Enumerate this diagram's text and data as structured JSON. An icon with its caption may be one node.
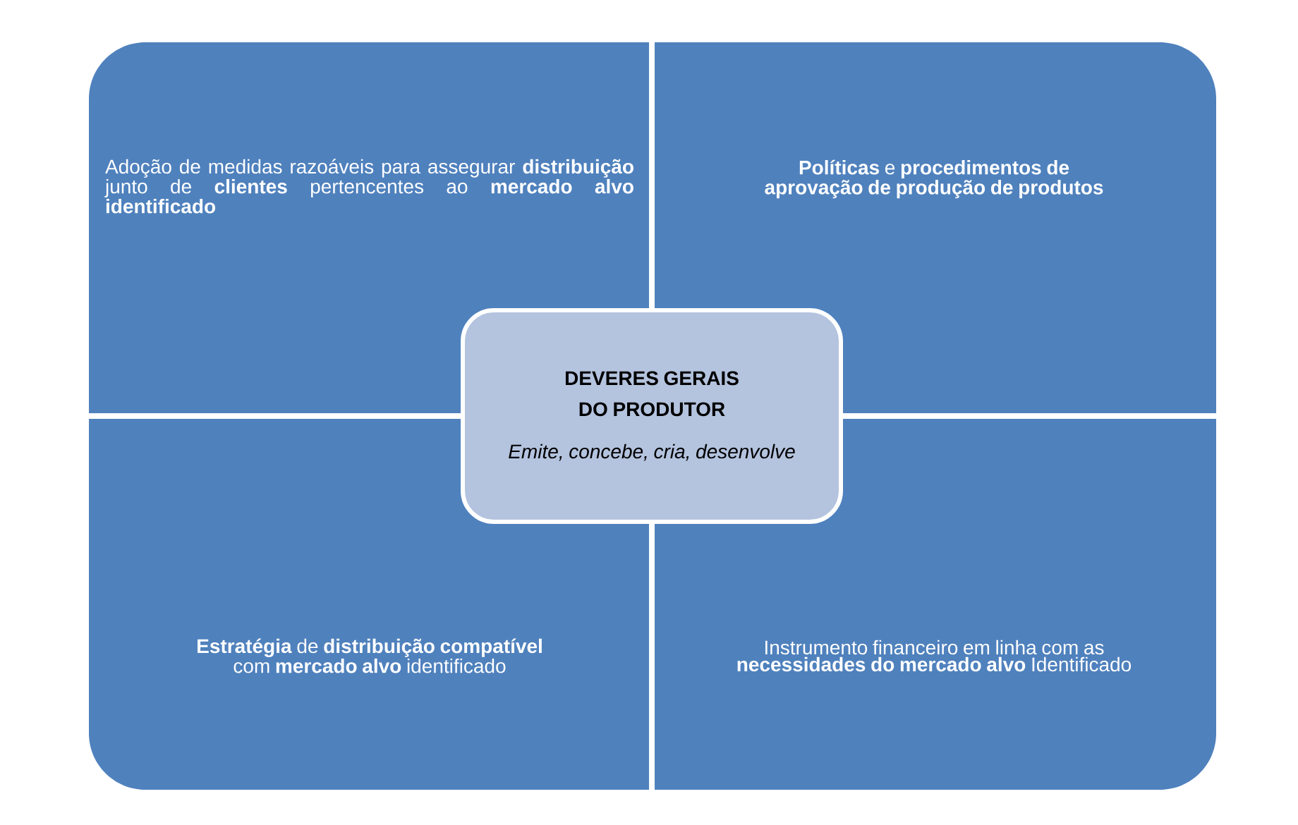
{
  "diagram": {
    "nodes": [
      {
        "text": [
          "Adoção de medidas razoáveis para assegurar **distribuição** junto de **clientes** pertencentes ao **mercado alvo identificado**"
        ]
      },
      {
        "text": [
          "**Políticas** e **procedimentos de aprovação de produção de produtos**"
        ]
      },
      {
        "text": [
          "**Estratégia** de **distribuição compatível** com **mercado alvo** identificado"
        ]
      },
      {
        "text": [
          "Instrumento financeiro em linha com as **necessidades do mercado alvo** Identificado"
        ]
      },
      {
        "text": [
          "DEVERES GERAIS DO PRODUTOR",
          "Emite, concebe, cria, desenvolve"
        ]
      }
    ]
  }
}
